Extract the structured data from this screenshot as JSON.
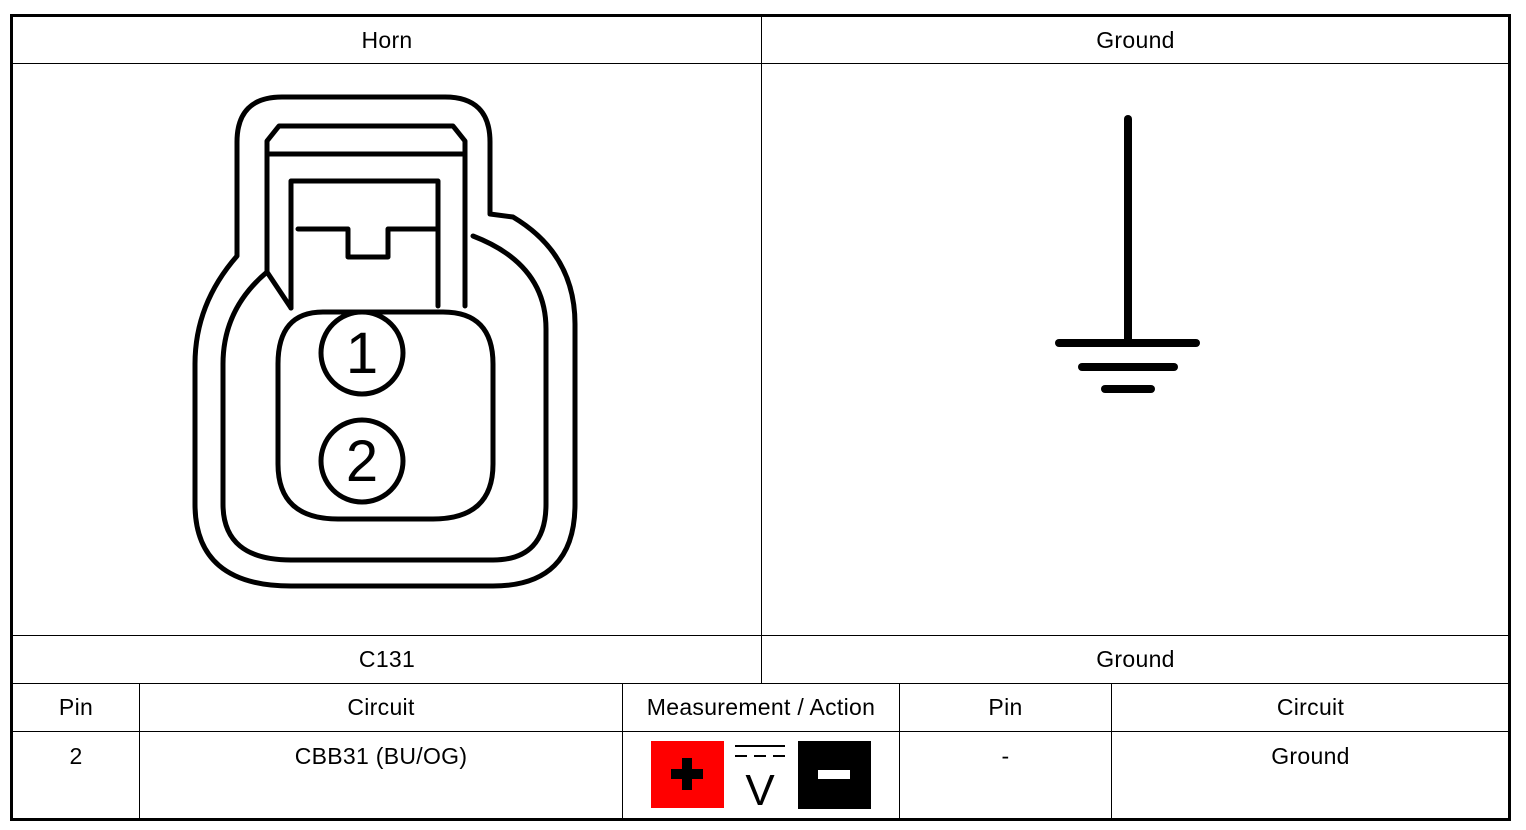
{
  "header": {
    "left_title": "Horn",
    "right_title": "Ground"
  },
  "connector": {
    "pin_labels": [
      "1",
      "2"
    ]
  },
  "footer": {
    "left_label": "C131",
    "right_label": "Ground"
  },
  "table": {
    "columns": [
      "Pin",
      "Circuit",
      "Measurement / Action",
      "Pin",
      "Circuit"
    ],
    "rows": [
      {
        "pin": "2",
        "circuit": "CBB31 (BU/OG)",
        "measurement_icon": "dc-voltage-meter-icon",
        "ground_pin": "-",
        "ground_circuit": "Ground"
      }
    ]
  },
  "meter": {
    "positive_symbol": "+",
    "voltage_symbol": "V",
    "negative_symbol": "−",
    "positive_color": "#ff0000",
    "negative_color": "#000000"
  }
}
